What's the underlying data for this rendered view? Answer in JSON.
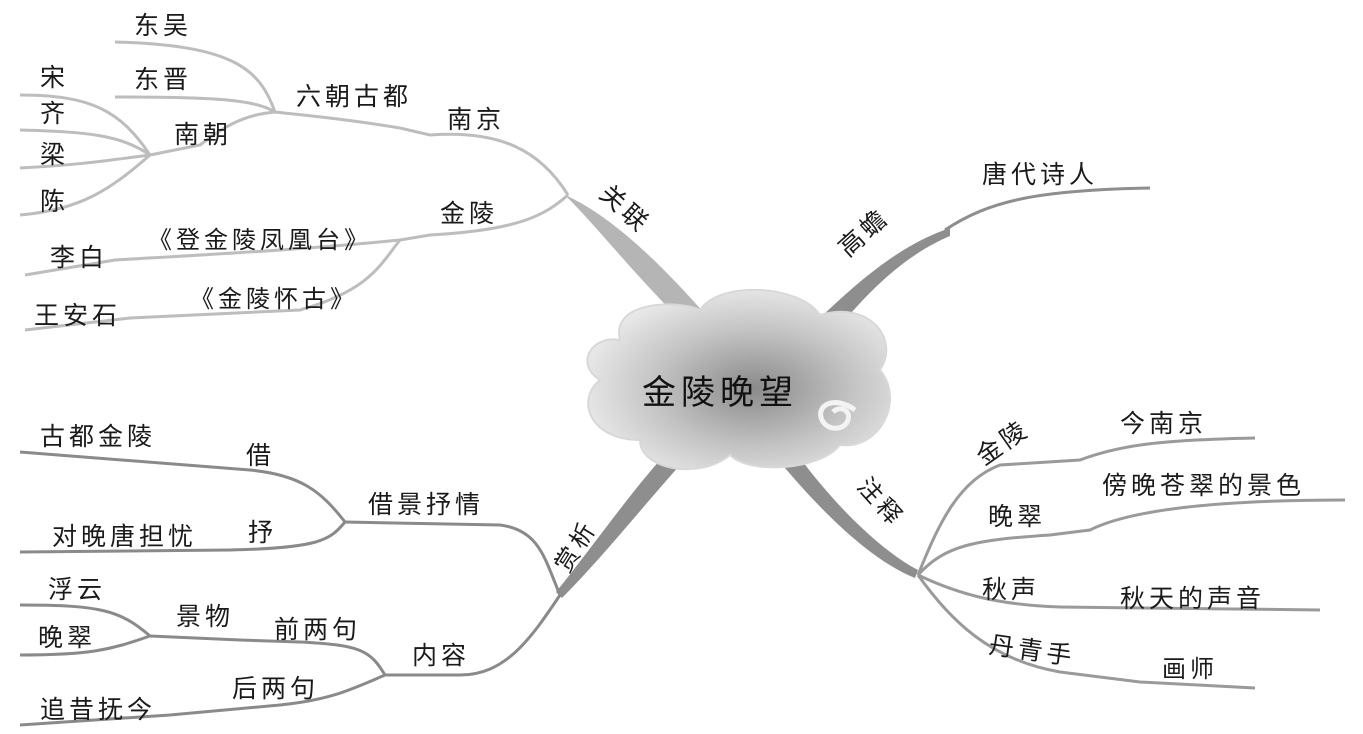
{
  "center": "金陵晚望",
  "branches": {
    "guanlian": {
      "label": "关联",
      "liuchao": "六朝古都",
      "nanjing": "南京",
      "dongwu": "东吴",
      "dongjin": "东晋",
      "nanchao": "南朝",
      "song": "宋",
      "qi": "齐",
      "liang": "梁",
      "chen": "陈",
      "jinling": "金陵",
      "poem1": "《登金陵凤凰台》",
      "author1": "李白",
      "poem2": "《金陵怀古》",
      "author2": "王安石"
    },
    "gaochan": {
      "label": "高蟾",
      "desc": "唐代诗人"
    },
    "shangxi": {
      "label": "赏析",
      "jiejing": "借景抒情",
      "jie": "借",
      "jie_obj": "古都金陵",
      "shu": "抒",
      "shu_obj": "对晚唐担忧",
      "neirong": "内容",
      "qianliang": "前两句",
      "jingwu": "景物",
      "fuyun": "浮云",
      "wancui": "晚翠",
      "houliang": "后两句",
      "zhuixi": "追昔抚今"
    },
    "zhushi": {
      "label": "注释",
      "k1": "金陵",
      "v1": "今南京",
      "k2": "晚翠",
      "v2": "傍晚苍翠的景色",
      "k3": "秋声",
      "v3": "秋天的声音",
      "k4": "丹青手",
      "v4": "画师"
    }
  }
}
